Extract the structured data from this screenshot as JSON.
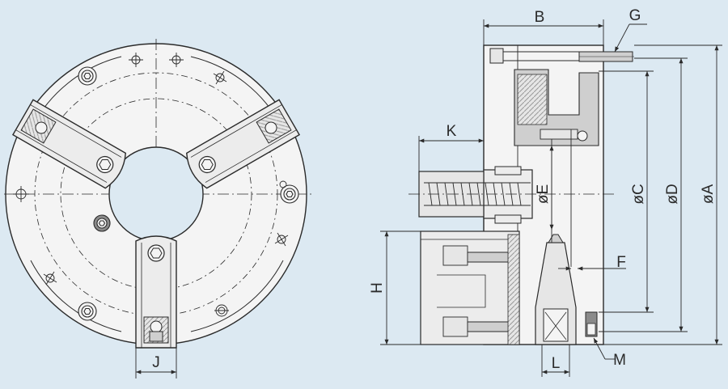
{
  "colors": {
    "background": "#dce9f2",
    "body_fill": "#f4f4f4",
    "shade": "#cfcfcf",
    "dark": "#8a8a8a",
    "line": "#2a2a2a"
  },
  "labels": {
    "B": "B",
    "G": "G",
    "K": "K",
    "E": "øE",
    "C": "øC",
    "D": "øD",
    "A": "øA",
    "F": "F",
    "H": "H",
    "J": "J",
    "L": "L",
    "M": "M"
  }
}
